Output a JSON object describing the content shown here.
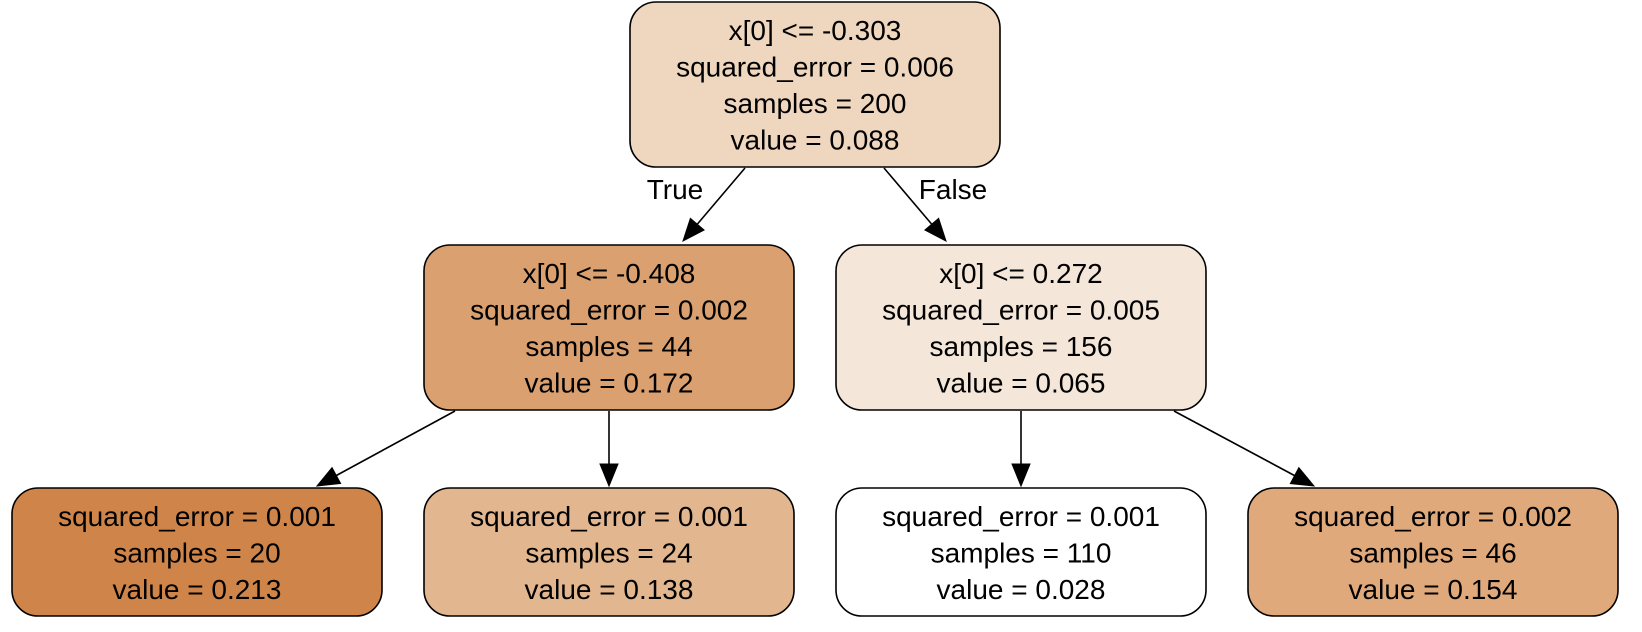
{
  "nodes": [
    {
      "id": "n0",
      "fill": "#efd6bf",
      "lines": [
        "x[0] <= -0.303",
        "squared_error = 0.006",
        "samples = 200",
        "value = 0.088"
      ]
    },
    {
      "id": "n1",
      "fill": "#daa06f",
      "lines": [
        "x[0] <= -0.408",
        "squared_error = 0.002",
        "samples = 44",
        "value = 0.172"
      ]
    },
    {
      "id": "n2",
      "fill": "#f4e6d9",
      "lines": [
        "x[0] <= 0.272",
        "squared_error = 0.005",
        "samples = 156",
        "value = 0.065"
      ]
    },
    {
      "id": "n3",
      "fill": "#cf8549",
      "lines": [
        "squared_error = 0.001",
        "samples = 20",
        "value = 0.213"
      ]
    },
    {
      "id": "n4",
      "fill": "#e2b68e",
      "lines": [
        "squared_error = 0.001",
        "samples = 24",
        "value = 0.138"
      ]
    },
    {
      "id": "n5",
      "fill": "#ffffff",
      "lines": [
        "squared_error = 0.001",
        "samples = 110",
        "value = 0.028"
      ]
    },
    {
      "id": "n6",
      "fill": "#dfa97b",
      "lines": [
        "squared_error = 0.002",
        "samples = 46",
        "value = 0.154"
      ]
    }
  ],
  "edges": [
    {
      "from": "n0",
      "to": "n1",
      "label": "True"
    },
    {
      "from": "n0",
      "to": "n2",
      "label": "False"
    },
    {
      "from": "n1",
      "to": "n3",
      "label": ""
    },
    {
      "from": "n1",
      "to": "n4",
      "label": ""
    },
    {
      "from": "n2",
      "to": "n5",
      "label": ""
    },
    {
      "from": "n2",
      "to": "n6",
      "label": ""
    }
  ]
}
